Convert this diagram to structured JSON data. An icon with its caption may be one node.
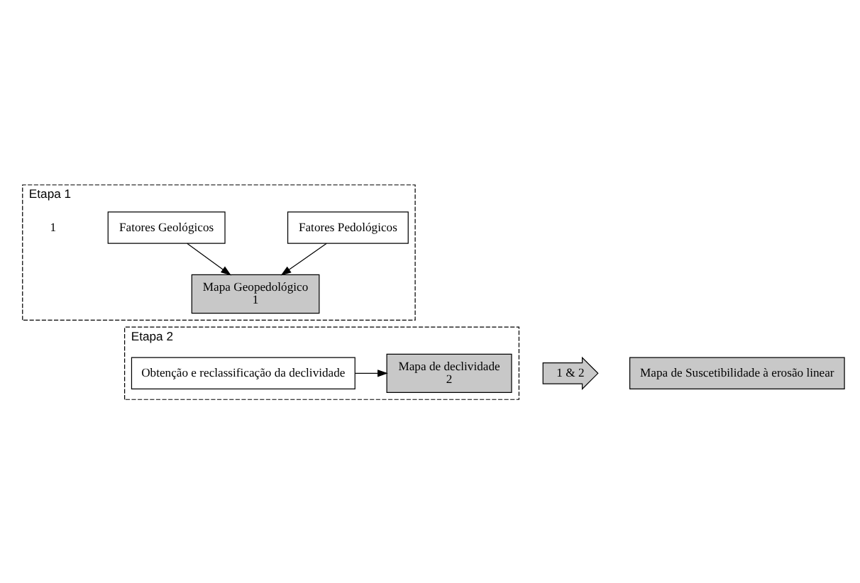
{
  "diagram": {
    "nodes": [
      {
        "text": [
          "Etapa 1"
        ]
      },
      {
        "text": [
          "Fatores Geológicos"
        ],
        "in": 0
      },
      {
        "text": [
          "Fatores Pedológicos"
        ],
        "in": 0
      },
      {
        "text": [
          "Mapa Geopedológico",
          "1"
        ],
        "in": 0
      },
      {
        "text": [
          "Etapa 2"
        ]
      },
      {
        "text": [
          "Obtenção e reclassificação da declividade"
        ],
        "in": 4
      },
      {
        "text": [
          "Mapa de declividade",
          "2"
        ],
        "in": 4
      },
      {
        "text": [
          "1 & 2"
        ]
      },
      {
        "text": [
          "Mapa de Suscetibilidade à erosão linear"
        ]
      }
    ],
    "edges": [
      {
        "from": 1,
        "to": 3,
        "arrow": "to"
      },
      {
        "from": 2,
        "to": 3,
        "arrow": "to"
      },
      {
        "from": 5,
        "to": 6,
        "arrow": "to"
      }
    ],
    "labels": [
      "1"
    ]
  }
}
